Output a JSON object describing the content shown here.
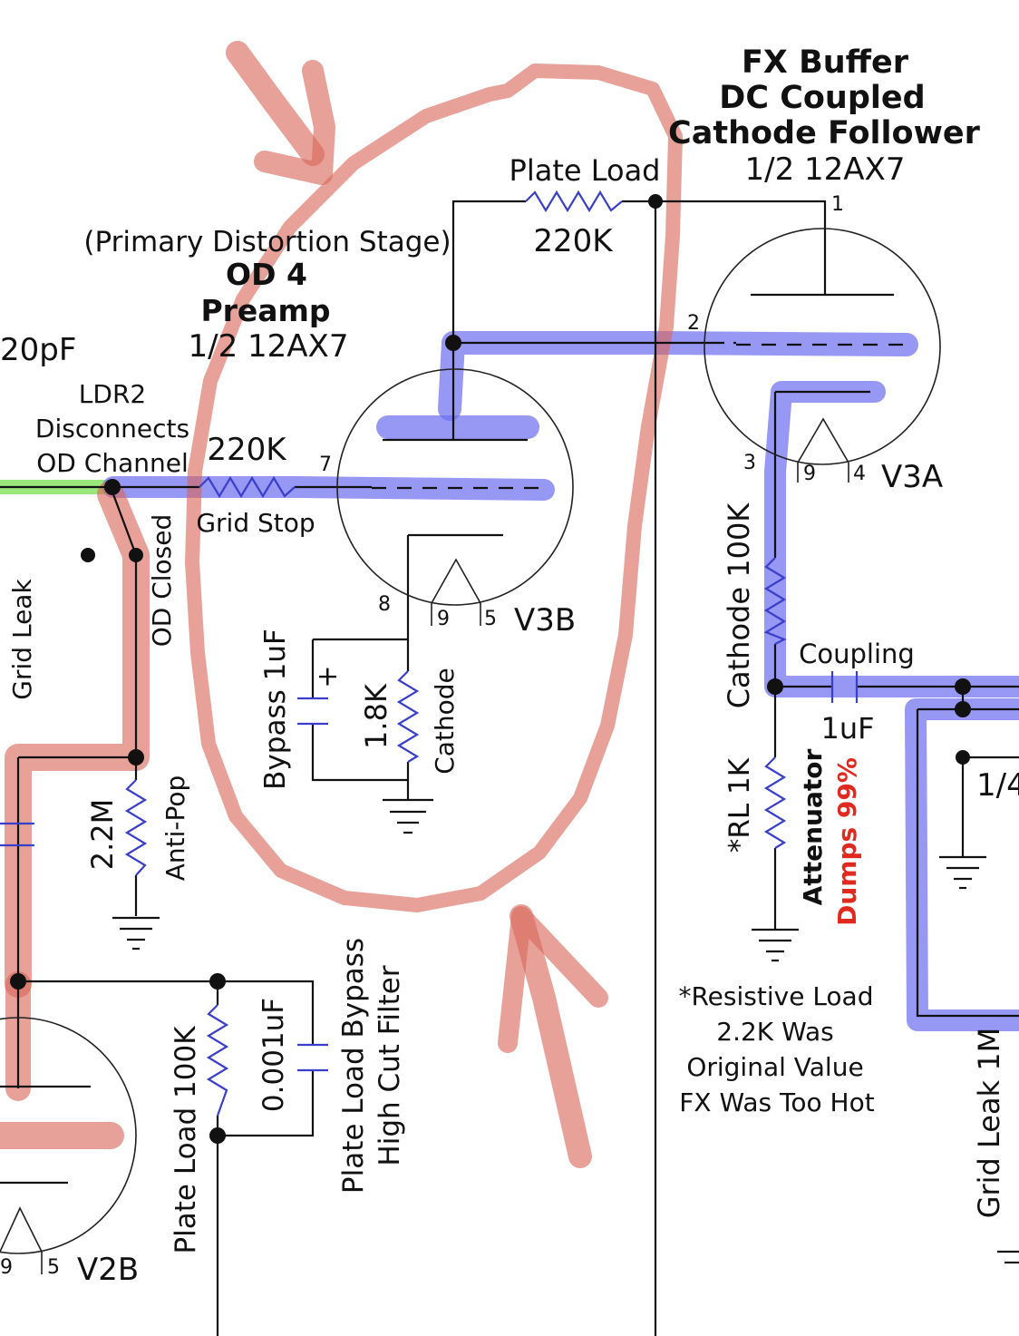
{
  "colors": {
    "highlight_blue": "#6f6ff0",
    "highlight_red": "#d9685a",
    "highlight_green": "#7fe05a",
    "attenuator_red": "#e02a20",
    "component_blue": "#3a3fc9"
  },
  "fx_buffer": {
    "title_1": "FX Buffer",
    "title_2": "DC Coupled",
    "title_3": "Cathode Follower",
    "tube": "1/2 12AX7",
    "name": "V3A",
    "pin_plate": "1",
    "pin_grid": "2",
    "pin_cathode": "3",
    "pin_heater_a": "9",
    "pin_heater_b": "4"
  },
  "od4_stage": {
    "subtitle": "(Primary Distortion Stage)",
    "title_1": "OD 4",
    "title_2": "Preamp",
    "tube": "1/2 12AX7",
    "name": "V3B",
    "pin_grid": "7",
    "pin_cathode": "8",
    "pin_heater_a": "9",
    "pin_heater_b": "5"
  },
  "plate_load_top": {
    "label": "Plate Load",
    "value": "220K"
  },
  "grid_stop": {
    "value": "220K",
    "label": "Grid Stop"
  },
  "capacitor_top_left": {
    "value": "20pF"
  },
  "ldr": {
    "line_1": "LDR2",
    "line_2": "Disconnects",
    "line_3": "OD Channel"
  },
  "od_closed": {
    "label": "OD Closed"
  },
  "grid_leak_left": {
    "label": "Grid Leak"
  },
  "anti_pop": {
    "value": "2.2M",
    "label": "Anti-Pop"
  },
  "bypass_cap": {
    "label": "Bypass 1uF",
    "polarity": "+"
  },
  "cathode_resistor_od": {
    "value": "1.8K",
    "label": "Cathode"
  },
  "cathode_resistor_fx": {
    "label": "Cathode 100K"
  },
  "coupling_cap": {
    "label": "Coupling",
    "value": "1uF"
  },
  "load_resistor": {
    "label": "*RL  1K"
  },
  "attenuator": {
    "label": "Attenuator",
    "note": "Dumps 99%"
  },
  "footnote": {
    "line_1": "*Resistive Load",
    "line_2": "2.2K Was",
    "line_3": "Original Value",
    "line_4": "FX Was Too Hot"
  },
  "plate_load_bottom": {
    "label": "Plate Load  100K"
  },
  "high_cut_cap": {
    "value": "0.001uF",
    "label_1": "Plate Load Bypass",
    "label_2": "High Cut Filter"
  },
  "v2b": {
    "name": "V2B",
    "pin_heater_a": "9",
    "pin_heater_b": "5"
  },
  "right_edge": {
    "fraction": "1/4",
    "grid_leak": "Grid Leak 1M"
  }
}
